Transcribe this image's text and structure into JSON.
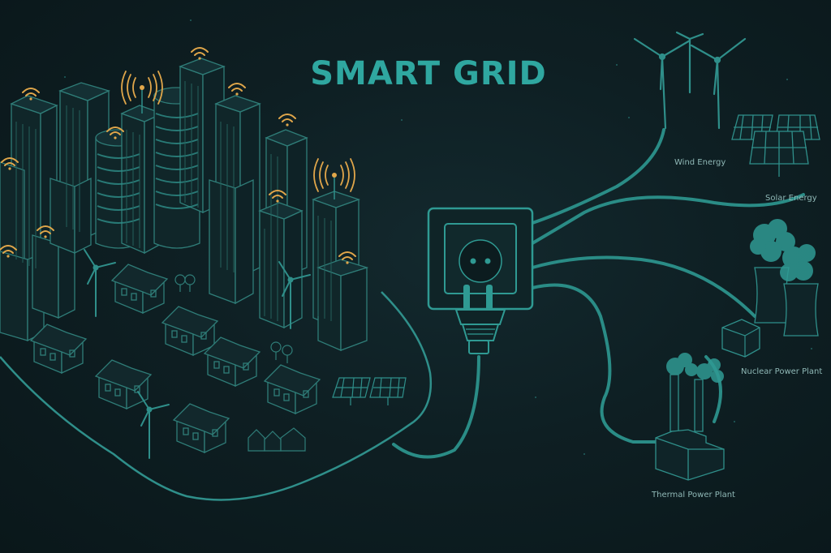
{
  "title": "SMART GRID",
  "sources": [
    {
      "id": "wind",
      "label": "Wind Energy",
      "icon": "wind-turbine-icon"
    },
    {
      "id": "solar",
      "label": "Solar Energy",
      "icon": "solar-panel-icon"
    },
    {
      "id": "nuclear",
      "label": "Nuclear Power Plant",
      "icon": "cooling-tower-icon"
    },
    {
      "id": "thermal",
      "label": "Thermal Power Plant",
      "icon": "factory-icon"
    }
  ],
  "colors": {
    "background": "#0e1f23",
    "line": "#2f8f8a",
    "title": "#2fa7a0",
    "signal": "#e0a64a",
    "label": "#8fb8b6"
  }
}
